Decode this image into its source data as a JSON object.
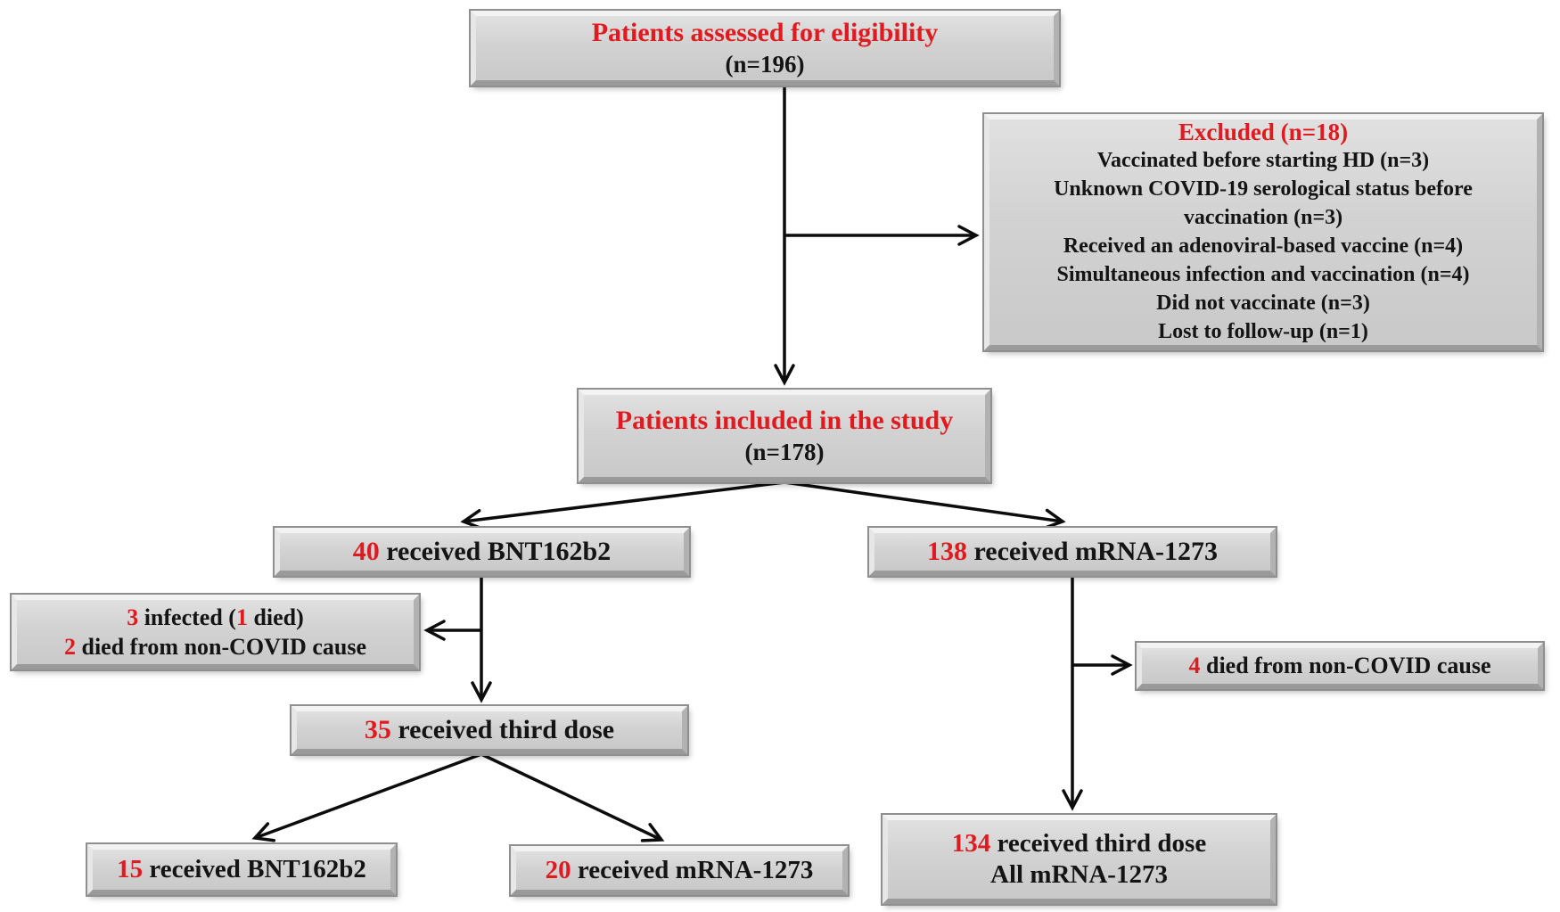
{
  "figure": {
    "kind": "patient-flow-diagram"
  },
  "colors": {
    "accent_red": "#df1b1f",
    "text_black": "#141414",
    "box_fill": "#d2d2d2",
    "box_fill_top": "#e0e0e0",
    "bevel_light": "#f3f3f3",
    "bevel_dark": "#9a9a9a",
    "box_edge": "#8f8f8f",
    "arrow": "#0c0c0c"
  },
  "boxes": {
    "assessed": {
      "title": "Patients assessed for eligibility",
      "count": "(n=196)"
    },
    "excluded": {
      "title": "Excluded (n=18)",
      "reasons": [
        "Vaccinated before starting HD (n=3)",
        "Unknown COVID-19 serological status before vaccination (n=3)",
        "Received an adenoviral-based vaccine (n=4)",
        "Simultaneous infection and vaccination (n=4)",
        "Did not vaccinate (n=3)",
        "Lost to follow-up (n=1)"
      ]
    },
    "included": {
      "title": "Patients included in the study",
      "count": "(n=178)"
    },
    "arm_bnt": {
      "num": "40",
      "label": " received BNT162b2"
    },
    "arm_mrna": {
      "num": "138",
      "label": " received mRNA-1273"
    },
    "bnt_events": {
      "line1": [
        "3",
        " infected (",
        "1",
        " died)"
      ],
      "line2": [
        "2",
        " died from non-COVID cause"
      ]
    },
    "mrna_events": {
      "num": "4",
      "label": " died from non-COVID cause"
    },
    "bnt_third": {
      "num": "35",
      "label": " received third dose"
    },
    "mrna_third": {
      "num": "134",
      "label": " received third dose",
      "line2": "All mRNA-1273"
    },
    "third_bnt": {
      "num": "15",
      "label": " received BNT162b2"
    },
    "third_mrna": {
      "num": "20",
      "label": " received mRNA-1273"
    }
  }
}
